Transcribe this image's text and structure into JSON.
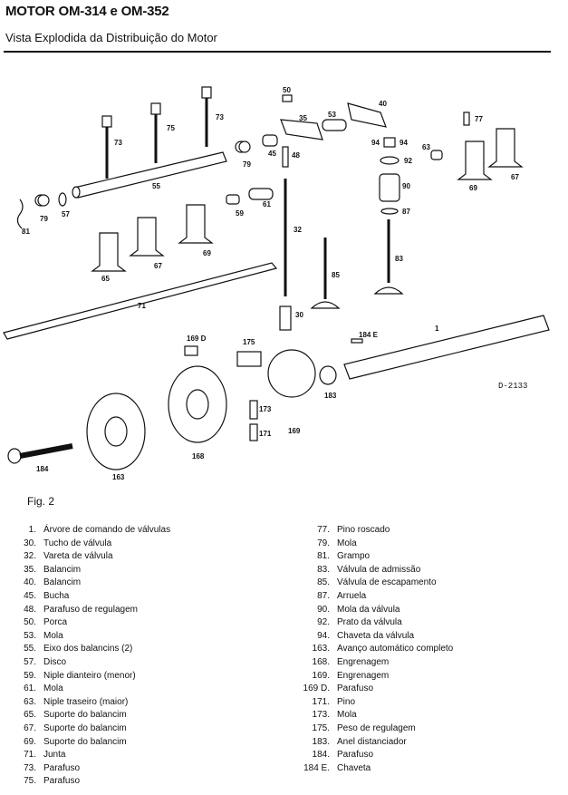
{
  "header": {
    "title": "MOTOR OM-314 e OM-352",
    "subtitle": "Vista Explodida da Distribuição do Motor"
  },
  "figure": {
    "label": "Fig. 2",
    "drawing_code": "D-2133",
    "callouts": [
      "50",
      "40",
      "53",
      "35",
      "73",
      "75",
      "73",
      "77",
      "94",
      "94",
      "63",
      "92",
      "45",
      "48",
      "79",
      "90",
      "55",
      "67",
      "69",
      "87",
      "61",
      "59",
      "81",
      "79",
      "57",
      "32",
      "83",
      "85",
      "67",
      "69",
      "65",
      "71",
      "1",
      "30",
      "184 E",
      "169 D",
      "175",
      "183",
      "173",
      "171",
      "169",
      "184",
      "163",
      "168"
    ]
  },
  "legend": {
    "left": [
      {
        "num": "1.",
        "text": "Árvore de comando de válvulas"
      },
      {
        "num": "30.",
        "text": "Tucho de válvula"
      },
      {
        "num": "32.",
        "text": "Vareta de válvula"
      },
      {
        "num": "35.",
        "text": "Balancim"
      },
      {
        "num": "40.",
        "text": "Balancim"
      },
      {
        "num": "45.",
        "text": "Bucha"
      },
      {
        "num": "48.",
        "text": "Parafuso de regulagem"
      },
      {
        "num": "50.",
        "text": "Porca"
      },
      {
        "num": "53.",
        "text": "Mola"
      },
      {
        "num": "55.",
        "text": "Eixo dos balancins (2)"
      },
      {
        "num": "57.",
        "text": "Disco"
      },
      {
        "num": "59.",
        "text": "Niple dianteiro (menor)"
      },
      {
        "num": "61.",
        "text": "Mola"
      },
      {
        "num": "63.",
        "text": "Niple traseiro (maior)"
      },
      {
        "num": "65.",
        "text": "Suporte do balancim"
      },
      {
        "num": "67.",
        "text": "Suporte do balancim"
      },
      {
        "num": "69.",
        "text": "Suporte do balancim"
      },
      {
        "num": "71.",
        "text": "Junta"
      },
      {
        "num": "73.",
        "text": "Parafuso"
      },
      {
        "num": "75.",
        "text": "Parafuso"
      }
    ],
    "right": [
      {
        "num": "77.",
        "text": "Pino roscado"
      },
      {
        "num": "79.",
        "text": "Mola"
      },
      {
        "num": "81.",
        "text": "Grampo"
      },
      {
        "num": "83.",
        "text": "Válvula de admissão"
      },
      {
        "num": "85.",
        "text": "Válvula de escapamento"
      },
      {
        "num": "87.",
        "text": "Arruela"
      },
      {
        "num": "90.",
        "text": "Mola da válvula"
      },
      {
        "num": "92.",
        "text": "Prato da válvula"
      },
      {
        "num": "94.",
        "text": "Chaveta da válvula"
      },
      {
        "num": "163.",
        "text": "Avanço automático completo"
      },
      {
        "num": "168.",
        "text": "Engrenagem"
      },
      {
        "num": "169.",
        "text": "Engrenagem"
      },
      {
        "num": "169 D.",
        "text": "Parafuso"
      },
      {
        "num": "171.",
        "text": "Pino"
      },
      {
        "num": "173.",
        "text": "Mola"
      },
      {
        "num": "175.",
        "text": "Peso de regulagem"
      },
      {
        "num": "183.",
        "text": "Anel distanciador"
      },
      {
        "num": "184.",
        "text": "Parafuso"
      },
      {
        "num": "184 E.",
        "text": "Chaveta"
      }
    ]
  }
}
